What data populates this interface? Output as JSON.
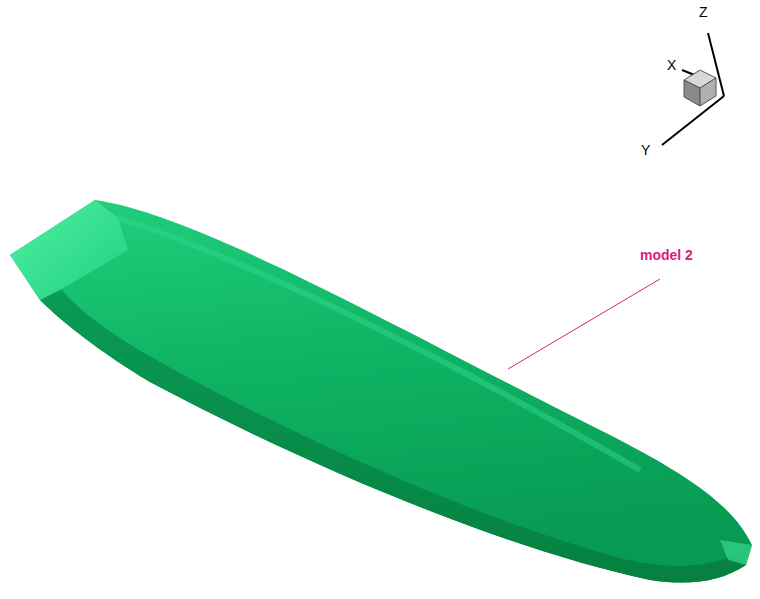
{
  "diagram": {
    "labels": [
      "Z",
      "X",
      "Y",
      "model 2"
    ]
  }
}
